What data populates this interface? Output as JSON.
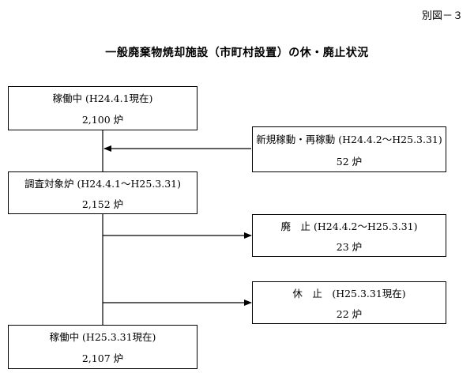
{
  "figure_label": "別図－３",
  "title": "一般廃棄物焼却施設（市町村設置）の休・廃止状況",
  "boxes": {
    "start": {
      "label": "稼働中 (H24.4.1現在)",
      "value": "2,100 炉"
    },
    "new": {
      "label": "新規稼動・再稼動 (H24.4.2～H25.3.31)",
      "value": "52 炉"
    },
    "survey": {
      "label": "調査対象炉 (H24.4.1～H25.3.31)",
      "value": "2,152 炉"
    },
    "abolish": {
      "label": "廃　止 (H24.4.2～H25.3.31)",
      "value": "23 炉"
    },
    "suspend": {
      "label": "休　止　(H25.3.31現在)",
      "value": "22 炉"
    },
    "end": {
      "label": "稼働中 (H25.3.31現在)",
      "value": "2,107 炉"
    }
  }
}
